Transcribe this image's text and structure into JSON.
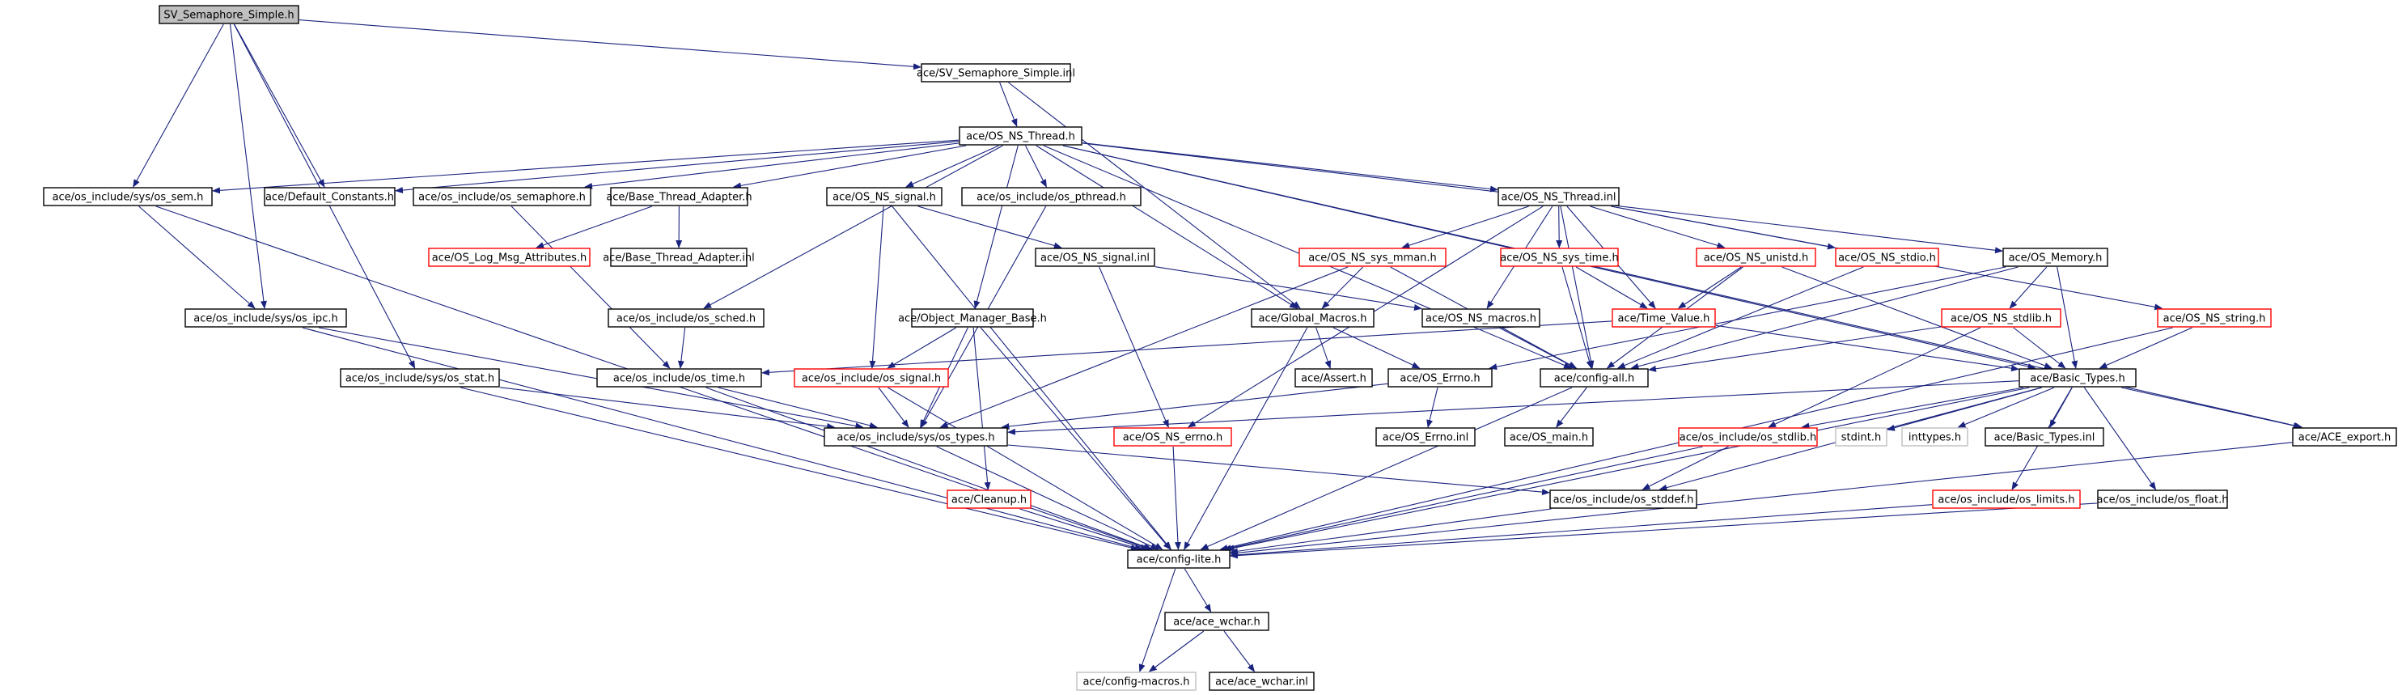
{
  "diagram": {
    "type": "include-dependency-graph",
    "colors": {
      "edge": "#1a237e",
      "root_fill": "#bfbfbf",
      "root_border": "#000000",
      "normal_border": "#000000",
      "truncated_border": "#ff0000",
      "external_border": "#bfbfbf",
      "external_text": "#9e9e9e"
    },
    "nodes": [
      {
        "id": "root",
        "label": "SV_Semaphore_Simple.h",
        "style": "root"
      },
      {
        "id": "ssinl",
        "label": "ace/SV_Semaphore_Simple.inl",
        "style": "normal"
      },
      {
        "id": "thread",
        "label": "ace/OS_NS_Thread.h",
        "style": "normal"
      },
      {
        "id": "sem",
        "label": "ace/os_include/sys/os_sem.h",
        "style": "normal"
      },
      {
        "id": "defconst",
        "label": "ace/Default_Constants.h",
        "style": "normal"
      },
      {
        "id": "ossema",
        "label": "ace/os_include/os_semaphore.h",
        "style": "normal"
      },
      {
        "id": "bta",
        "label": "ace/Base_Thread_Adapter.h",
        "style": "normal"
      },
      {
        "id": "nssignal",
        "label": "ace/OS_NS_signal.h",
        "style": "normal"
      },
      {
        "id": "pthread",
        "label": "ace/os_include/os_pthread.h",
        "style": "normal"
      },
      {
        "id": "threadinl",
        "label": "ace/OS_NS_Thread.inl",
        "style": "normal"
      },
      {
        "id": "osmemory",
        "label": "ace/OS_Memory.h",
        "style": "normal"
      },
      {
        "id": "logmsg",
        "label": "ace/OS_Log_Msg_Attributes.h",
        "style": "truncated"
      },
      {
        "id": "btainl",
        "label": "ace/Base_Thread_Adapter.inl",
        "style": "normal"
      },
      {
        "id": "signalinl",
        "label": "ace/OS_NS_signal.inl",
        "style": "normal"
      },
      {
        "id": "sysmman",
        "label": "ace/OS_NS_sys_mman.h",
        "style": "truncated"
      },
      {
        "id": "systime",
        "label": "ace/OS_NS_sys_time.h",
        "style": "truncated"
      },
      {
        "id": "unistd",
        "label": "ace/OS_NS_unistd.h",
        "style": "truncated"
      },
      {
        "id": "stdio",
        "label": "ace/OS_NS_stdio.h",
        "style": "truncated"
      },
      {
        "id": "nsstring",
        "label": "ace/OS_NS_string.h",
        "style": "truncated"
      },
      {
        "id": "ipc",
        "label": "ace/os_include/sys/os_ipc.h",
        "style": "normal"
      },
      {
        "id": "sched",
        "label": "ace/os_include/os_sched.h",
        "style": "normal"
      },
      {
        "id": "omb",
        "label": "ace/Object_Manager_Base.h",
        "style": "normal"
      },
      {
        "id": "globalm",
        "label": "ace/Global_Macros.h",
        "style": "normal"
      },
      {
        "id": "nsmacros",
        "label": "ace/OS_NS_macros.h",
        "style": "normal"
      },
      {
        "id": "timevalue",
        "label": "ace/Time_Value.h",
        "style": "truncated"
      },
      {
        "id": "nsstdlib",
        "label": "ace/OS_NS_stdlib.h",
        "style": "truncated"
      },
      {
        "id": "sysstat",
        "label": "ace/os_include/sys/os_stat.h",
        "style": "normal"
      },
      {
        "id": "ostime",
        "label": "ace/os_include/os_time.h",
        "style": "normal"
      },
      {
        "id": "ossignal",
        "label": "ace/os_include/os_signal.h",
        "style": "truncated"
      },
      {
        "id": "assert",
        "label": "ace/Assert.h",
        "style": "normal"
      },
      {
        "id": "oserrno",
        "label": "ace/OS_Errno.h",
        "style": "normal"
      },
      {
        "id": "configall",
        "label": "ace/config-all.h",
        "style": "normal"
      },
      {
        "id": "basictypes",
        "label": "ace/Basic_Types.h",
        "style": "normal"
      },
      {
        "id": "systypes",
        "label": "ace/os_include/sys/os_types.h",
        "style": "normal"
      },
      {
        "id": "nserrno",
        "label": "ace/OS_NS_errno.h",
        "style": "truncated"
      },
      {
        "id": "errnoinl",
        "label": "ace/OS_Errno.inl",
        "style": "normal"
      },
      {
        "id": "osmain",
        "label": "ace/OS_main.h",
        "style": "normal"
      },
      {
        "id": "osstdlib",
        "label": "ace/os_include/os_stdlib.h",
        "style": "truncated"
      },
      {
        "id": "stdint",
        "label": "stdint.h",
        "style": "external"
      },
      {
        "id": "inttypes",
        "label": "inttypes.h",
        "style": "external"
      },
      {
        "id": "btinl",
        "label": "ace/Basic_Types.inl",
        "style": "normal"
      },
      {
        "id": "aceexport",
        "label": "ace/ACE_export.h",
        "style": "normal"
      },
      {
        "id": "cleanup",
        "label": "ace/Cleanup.h",
        "style": "truncated"
      },
      {
        "id": "stddef",
        "label": "ace/os_include/os_stddef.h",
        "style": "normal"
      },
      {
        "id": "limits",
        "label": "ace/os_include/os_limits.h",
        "style": "truncated"
      },
      {
        "id": "float",
        "label": "ace/os_include/os_float.h",
        "style": "normal"
      },
      {
        "id": "configlite",
        "label": "ace/config-lite.h",
        "style": "normal"
      },
      {
        "id": "wchar",
        "label": "ace/ace_wchar.h",
        "style": "normal"
      },
      {
        "id": "configmacros",
        "label": "ace/config-macros.h",
        "style": "external"
      },
      {
        "id": "wcharinl",
        "label": "ace/ace_wchar.inl",
        "style": "normal"
      }
    ],
    "edges": [
      [
        "root",
        "ssinl"
      ],
      [
        "root",
        "sem"
      ],
      [
        "root",
        "defconst"
      ],
      [
        "root",
        "ipc"
      ],
      [
        "root",
        "sysstat"
      ],
      [
        "ssinl",
        "thread"
      ],
      [
        "ssinl",
        "globalm"
      ],
      [
        "thread",
        "sem"
      ],
      [
        "thread",
        "defconst"
      ],
      [
        "thread",
        "ossema"
      ],
      [
        "thread",
        "bta"
      ],
      [
        "thread",
        "nssignal"
      ],
      [
        "thread",
        "pthread"
      ],
      [
        "thread",
        "threadinl"
      ],
      [
        "thread",
        "osmemory"
      ],
      [
        "thread",
        "sched"
      ],
      [
        "thread",
        "omb"
      ],
      [
        "thread",
        "globalm"
      ],
      [
        "thread",
        "configall"
      ],
      [
        "thread",
        "basictypes"
      ],
      [
        "thread",
        "aceexport"
      ],
      [
        "sem",
        "ipc"
      ],
      [
        "sem",
        "configlite"
      ],
      [
        "ossema",
        "ostime"
      ],
      [
        "bta",
        "logmsg"
      ],
      [
        "bta",
        "btainl"
      ],
      [
        "nssignal",
        "signalinl"
      ],
      [
        "nssignal",
        "ossignal"
      ],
      [
        "nssignal",
        "configlite"
      ],
      [
        "pthread",
        "systypes"
      ],
      [
        "threadinl",
        "sysmman"
      ],
      [
        "threadinl",
        "systime"
      ],
      [
        "threadinl",
        "unistd"
      ],
      [
        "threadinl",
        "stdio"
      ],
      [
        "threadinl",
        "nsstring"
      ],
      [
        "threadinl",
        "nsmacros"
      ],
      [
        "threadinl",
        "nserrno"
      ],
      [
        "threadinl",
        "configall"
      ],
      [
        "threadinl",
        "timevalue"
      ],
      [
        "osmemory",
        "nsstdlib"
      ],
      [
        "osmemory",
        "oserrno"
      ],
      [
        "osmemory",
        "basictypes"
      ],
      [
        "osmemory",
        "configall"
      ],
      [
        "signalinl",
        "nserrno"
      ],
      [
        "signalinl",
        "nsmacros"
      ],
      [
        "sysmman",
        "globalm"
      ],
      [
        "sysmman",
        "systypes"
      ],
      [
        "sysmman",
        "configall"
      ],
      [
        "systime",
        "timevalue"
      ],
      [
        "systime",
        "configall"
      ],
      [
        "unistd",
        "timevalue"
      ],
      [
        "unistd",
        "basictypes"
      ],
      [
        "unistd",
        "configall"
      ],
      [
        "stdio",
        "configall"
      ],
      [
        "nsstring",
        "basictypes"
      ],
      [
        "nsstring",
        "configlite"
      ],
      [
        "ipc",
        "systypes"
      ],
      [
        "ipc",
        "configlite"
      ],
      [
        "sched",
        "ostime"
      ],
      [
        "omb",
        "ossignal"
      ],
      [
        "omb",
        "systypes"
      ],
      [
        "omb",
        "cleanup"
      ],
      [
        "omb",
        "configlite"
      ],
      [
        "globalm",
        "assert"
      ],
      [
        "globalm",
        "oserrno"
      ],
      [
        "globalm",
        "configlite"
      ],
      [
        "nsmacros",
        "configall"
      ],
      [
        "timevalue",
        "basictypes"
      ],
      [
        "timevalue",
        "ostime"
      ],
      [
        "nsstdlib",
        "osstdlib"
      ],
      [
        "nsstdlib",
        "basictypes"
      ],
      [
        "nsstdlib",
        "configall"
      ],
      [
        "sysstat",
        "systypes"
      ],
      [
        "sysstat",
        "configlite"
      ],
      [
        "ostime",
        "systypes"
      ],
      [
        "ostime",
        "configlite"
      ],
      [
        "ossignal",
        "systypes"
      ],
      [
        "ossignal",
        "configlite"
      ],
      [
        "oserrno",
        "errnoinl"
      ],
      [
        "oserrno",
        "systypes"
      ],
      [
        "configall",
        "osmain"
      ],
      [
        "configall",
        "configlite"
      ],
      [
        "basictypes",
        "systypes"
      ],
      [
        "basictypes",
        "osstdlib"
      ],
      [
        "basictypes",
        "stddef"
      ],
      [
        "basictypes",
        "stdint"
      ],
      [
        "basictypes",
        "inttypes"
      ],
      [
        "basictypes",
        "btinl"
      ],
      [
        "basictypes",
        "aceexport"
      ],
      [
        "basictypes",
        "limits"
      ],
      [
        "basictypes",
        "float"
      ],
      [
        "basictypes",
        "configlite"
      ],
      [
        "systypes",
        "stddef"
      ],
      [
        "systypes",
        "configlite"
      ],
      [
        "nserrno",
        "configlite"
      ],
      [
        "osstdlib",
        "stddef"
      ],
      [
        "osstdlib",
        "configlite"
      ],
      [
        "aceexport",
        "configlite"
      ],
      [
        "cleanup",
        "configlite"
      ],
      [
        "stddef",
        "configlite"
      ],
      [
        "limits",
        "configlite"
      ],
      [
        "float",
        "configlite"
      ],
      [
        "configlite",
        "wchar"
      ],
      [
        "configlite",
        "configmacros"
      ],
      [
        "wchar",
        "configmacros"
      ],
      [
        "wchar",
        "wcharinl"
      ]
    ]
  }
}
